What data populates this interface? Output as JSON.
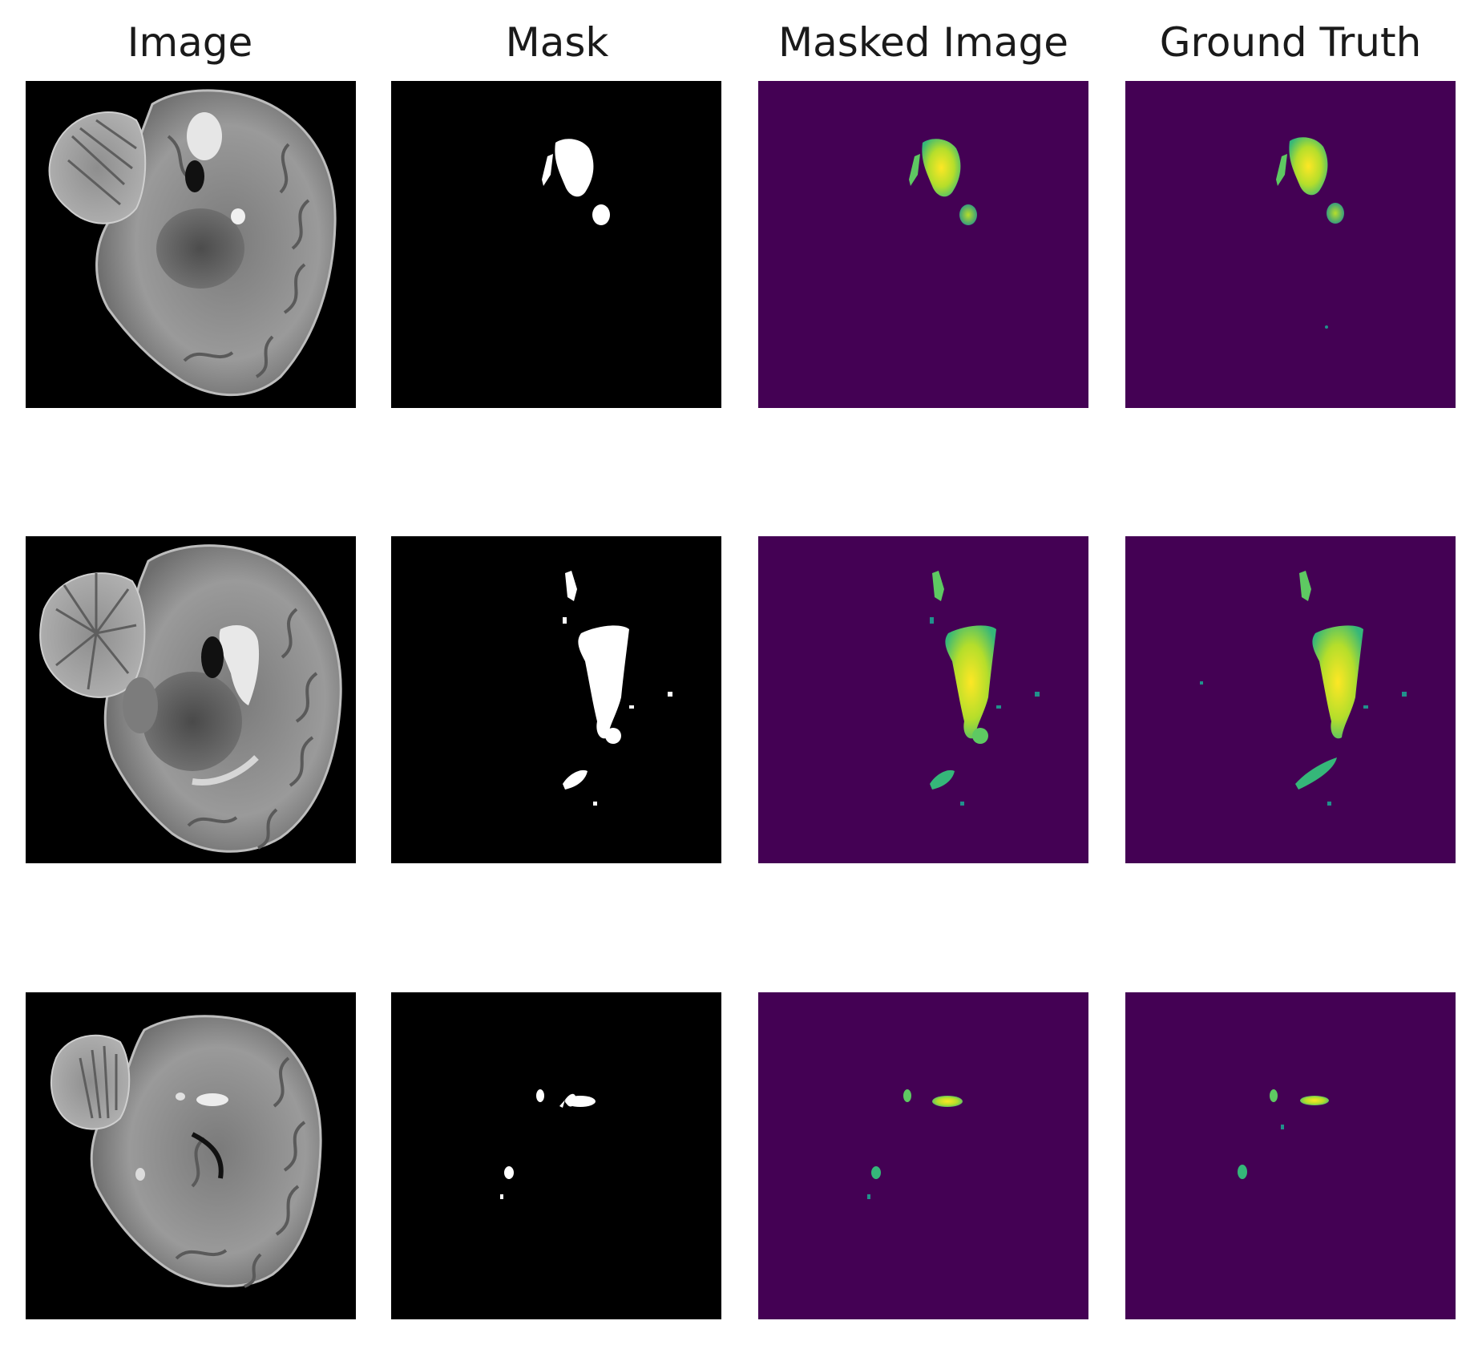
{
  "column_titles": [
    "Image",
    "Mask",
    "Masked Image",
    "Ground Truth"
  ],
  "colors": {
    "background": "#ffffff",
    "title_text": "#1a1a1a",
    "image_background": "#000000",
    "mask_foreground": "#ffffff",
    "viridis_low": "#440154",
    "viridis_mid": "#21918c",
    "viridis_high": "#fde725",
    "brain_tissue": "#8a8a8a"
  },
  "rows": [
    {
      "panels": [
        "mri-slice",
        "binary-mask",
        "masked-prediction",
        "ground-truth"
      ]
    },
    {
      "panels": [
        "mri-slice",
        "binary-mask",
        "masked-prediction",
        "ground-truth"
      ]
    },
    {
      "panels": [
        "mri-slice",
        "binary-mask",
        "masked-prediction",
        "ground-truth"
      ]
    }
  ]
}
